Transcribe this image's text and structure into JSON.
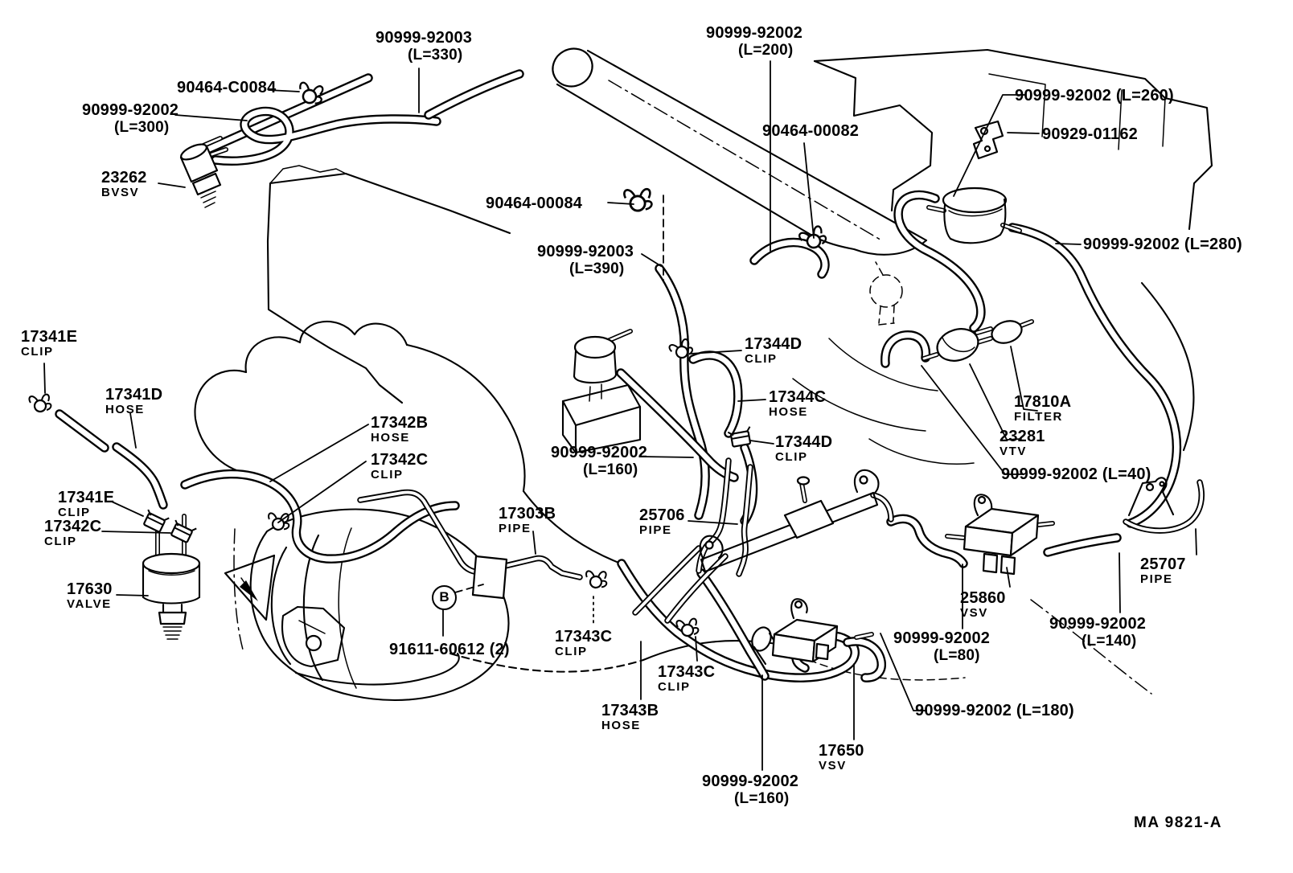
{
  "colors": {
    "ink": "#000000",
    "paper": "#ffffff"
  },
  "drawing": {
    "code": "MA  9821-A",
    "callout_b": "B"
  },
  "labels": {
    "hose_l330": {
      "num": "90999-92003",
      "sub": "(L=330)"
    },
    "clip_90464_c0084": {
      "num": "90464-C0084"
    },
    "hose_l300": {
      "num": "90999-92002",
      "sub": "(L=300)"
    },
    "bvsv_23262": {
      "num": "23262",
      "sub": "BVSV"
    },
    "hose_l200": {
      "num": "90999-92002",
      "sub": "(L=200)"
    },
    "clip_90464_00082": {
      "num": "90464-00082"
    },
    "clip_90464_00084": {
      "num": "90464-00084"
    },
    "hose_l390": {
      "num": "90999-92003",
      "sub": "(L=390)"
    },
    "hose_l260": {
      "num": "90999-92002 (L=260)"
    },
    "bracket_90929": {
      "num": "90929-01162"
    },
    "hose_l280": {
      "num": "90999-92002 (L=280)"
    },
    "clip_17341e_up": {
      "num": "17341E",
      "sub": "CLIP"
    },
    "hose_17341d": {
      "num": "17341D",
      "sub": "HOSE"
    },
    "hose_17342b": {
      "num": "17342B",
      "sub": "HOSE"
    },
    "clip_17342c_mid": {
      "num": "17342C",
      "sub": "CLIP"
    },
    "clip_17341e_low": {
      "num": "17341E",
      "sub": "CLIP"
    },
    "clip_17342c_low": {
      "num": "17342C",
      "sub": "CLIP"
    },
    "valve_17630": {
      "num": "17630",
      "sub": "VALVE"
    },
    "clip_17344d_up": {
      "num": "17344D",
      "sub": "CLIP"
    },
    "hose_17344c": {
      "num": "17344C",
      "sub": "HOSE"
    },
    "clip_17344d_low": {
      "num": "17344D",
      "sub": "CLIP"
    },
    "hose_l160_mid": {
      "num": "90999-92002",
      "sub": "(L=160)"
    },
    "pipe_17303b": {
      "num": "17303B",
      "sub": "PIPE"
    },
    "pipe_25706": {
      "num": "25706",
      "sub": "PIPE"
    },
    "bolt_91611": {
      "num": "91611-60612 (2)"
    },
    "clip_17343c_left": {
      "num": "17343C",
      "sub": "CLIP"
    },
    "clip_17343c_right": {
      "num": "17343C",
      "sub": "CLIP"
    },
    "hose_17343b": {
      "num": "17343B",
      "sub": "HOSE"
    },
    "filter_17810a": {
      "num": "17810A",
      "sub": "FILTER"
    },
    "vtv_23281": {
      "num": "23281",
      "sub": "VTV"
    },
    "hose_l40": {
      "num": "90999-92002 (L=40)"
    },
    "pipe_25707": {
      "num": "25707",
      "sub": "PIPE"
    },
    "vsv_25860": {
      "num": "25860",
      "sub": "VSV"
    },
    "hose_l80": {
      "num": "90999-92002",
      "sub": "(L=80)"
    },
    "hose_l140": {
      "num": "90999-92002",
      "sub": "(L=140)"
    },
    "hose_l180": {
      "num": "90999-92002 (L=180)"
    },
    "vsv_17650": {
      "num": "17650",
      "sub": "VSV"
    },
    "hose_l160_bot": {
      "num": "90999-92002",
      "sub": "(L=160)"
    }
  }
}
